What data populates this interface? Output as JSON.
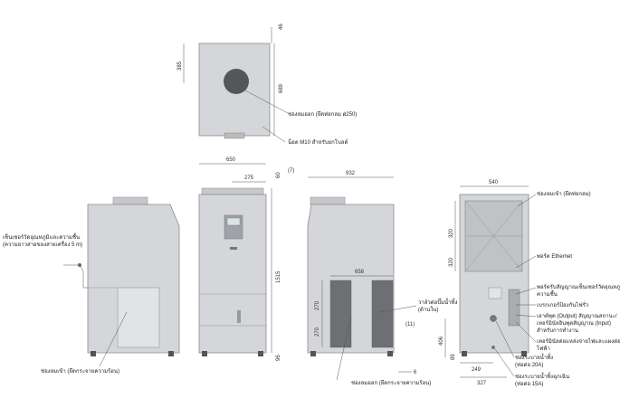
{
  "top_view": {
    "dims": {
      "top": "46",
      "left": "385",
      "right": "689"
    },
    "callouts": {
      "exhaust": "ช่องลมออก (ยึดท่อกลม ø250)",
      "bolt": "น็อต M10 สำหรับยกโบลต์"
    }
  },
  "front_view": {
    "dims": {
      "width": "650",
      "inner_width": "275",
      "height": "1515",
      "gap_top": "60",
      "gap_bottom": "(7)",
      "bottom": "96"
    },
    "callouts": {
      "sensor": "เซ็นเซอร์วัดอุณหภูมิและความชื้น (ความยาวสายของสายเครื่อง 5 m)",
      "intake": "ช่องลมเข้า (ยึดกระจายความร้อน)"
    }
  },
  "side_view": {
    "dims": {
      "depth": "932",
      "grille_width": "658",
      "grille_h1": "270",
      "grille_h2": "270",
      "bottom_gap": "(11)",
      "foot": "6"
    },
    "callouts": {
      "drain_valve": "วาล์วต่อปั๊มน้ำทิ้ง (ด้านใน)",
      "outlet": "ช่องลมออก (ยึดกระจายความร้อน)"
    }
  },
  "rear_view": {
    "dims": {
      "width": "540",
      "h_upper": "320",
      "h_lower": "320",
      "h_406": "406",
      "h_89": "89",
      "w_249": "249",
      "w_327": "327"
    },
    "callouts": {
      "inlet": "ช่องลมเข้า (ยึดท่อกลม)",
      "ethernet": "พอร์ต Ethernet",
      "sensor_port": "พอร์ตรับสัญญาณเซ็นเซอร์วัดอุณหภูมิและความชื้น",
      "breaker": "เบรกเกอร์ป้องกันไฟรั่ว",
      "io": "เอาต์พุต (Output) สัญญาณสถานะ/เทอร์มินัลอินพุตสัญญาณ (Input) สำหรับการทำงาน",
      "terminal": "เทอร์มินัลต่อแหล่งจ่ายไฟและแผงต่อไฟฟ้า",
      "drain": "ช่องระบายน้ำทิ้ง (ท่อต่อ 20A)",
      "drain_hose": "ช่องระบายน้ำทิ้งฉุกเฉิน (ท่อต่อ 15A)"
    }
  },
  "colors": {
    "body": "#d4d6d9",
    "panel": "#b9bcc0",
    "fan": "#545658",
    "grille": "#6d6f72"
  }
}
